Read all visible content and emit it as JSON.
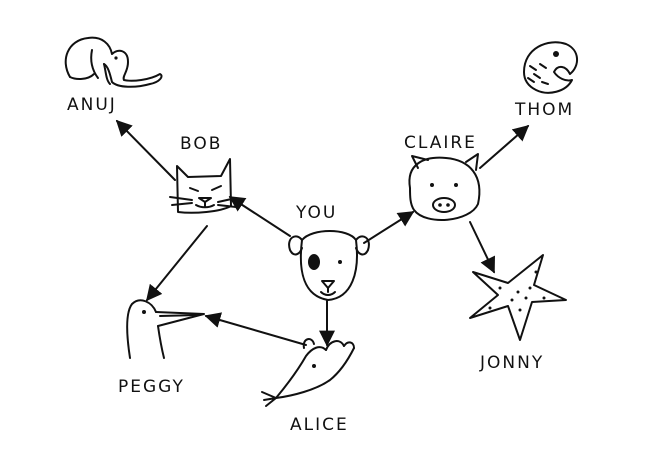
{
  "colors": {
    "ink": "#111111",
    "paper": "#ffffff"
  },
  "nodes": {
    "you": {
      "label": "YOU",
      "icon": "dog-face-icon"
    },
    "bob": {
      "label": "BOB",
      "icon": "cat-face-icon"
    },
    "claire": {
      "label": "CLAIRE",
      "icon": "pig-face-icon"
    },
    "anuj": {
      "label": "ANUJ",
      "icon": "elephant-icon"
    },
    "peggy": {
      "label": "PEGGY",
      "icon": "bird-icon"
    },
    "alice": {
      "label": "ALICE",
      "icon": "rat-icon"
    },
    "thom": {
      "label": "THOM",
      "icon": "fish-icon"
    },
    "jonny": {
      "label": "JONNY",
      "icon": "starfish-icon"
    }
  },
  "edges": [
    {
      "from": "YOU",
      "to": "BOB"
    },
    {
      "from": "YOU",
      "to": "CLAIRE"
    },
    {
      "from": "YOU",
      "to": "ALICE"
    },
    {
      "from": "BOB",
      "to": "ANUJ"
    },
    {
      "from": "BOB",
      "to": "PEGGY"
    },
    {
      "from": "ALICE",
      "to": "PEGGY"
    },
    {
      "from": "CLAIRE",
      "to": "THOM"
    },
    {
      "from": "CLAIRE",
      "to": "JONNY"
    }
  ]
}
